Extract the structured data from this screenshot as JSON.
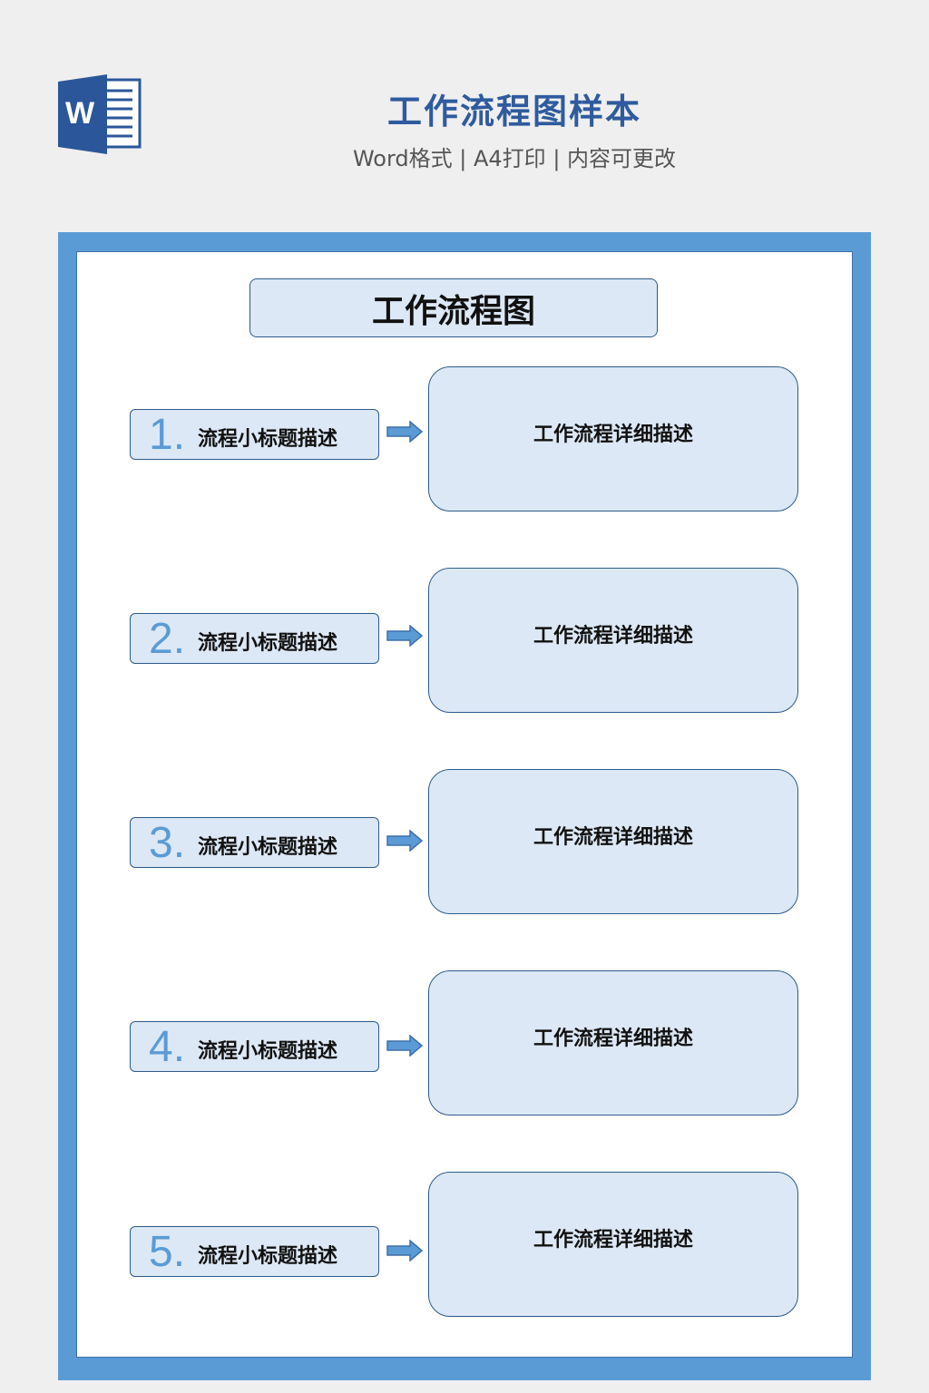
{
  "header": {
    "icon_letter": "W",
    "title": "工作流程图样本",
    "subtitle": "Word格式 | A4打印 | 内容可更改"
  },
  "chart": {
    "title": "工作流程图",
    "steps": [
      {
        "number": "1.",
        "label": "流程小标题描述",
        "description": "工作流程详细描述"
      },
      {
        "number": "2.",
        "label": "流程小标题描述",
        "description": "工作流程详细描述"
      },
      {
        "number": "3.",
        "label": "流程小标题描述",
        "description": "工作流程详细描述"
      },
      {
        "number": "4.",
        "label": "流程小标题描述",
        "description": "工作流程详细描述"
      },
      {
        "number": "5.",
        "label": "流程小标题描述",
        "description": "工作流程详细描述"
      }
    ]
  },
  "colors": {
    "frame": "#5b9bd5",
    "box_fill": "#dce8f5",
    "box_border": "#2e5a8a",
    "title_blue": "#2f5b9e"
  }
}
